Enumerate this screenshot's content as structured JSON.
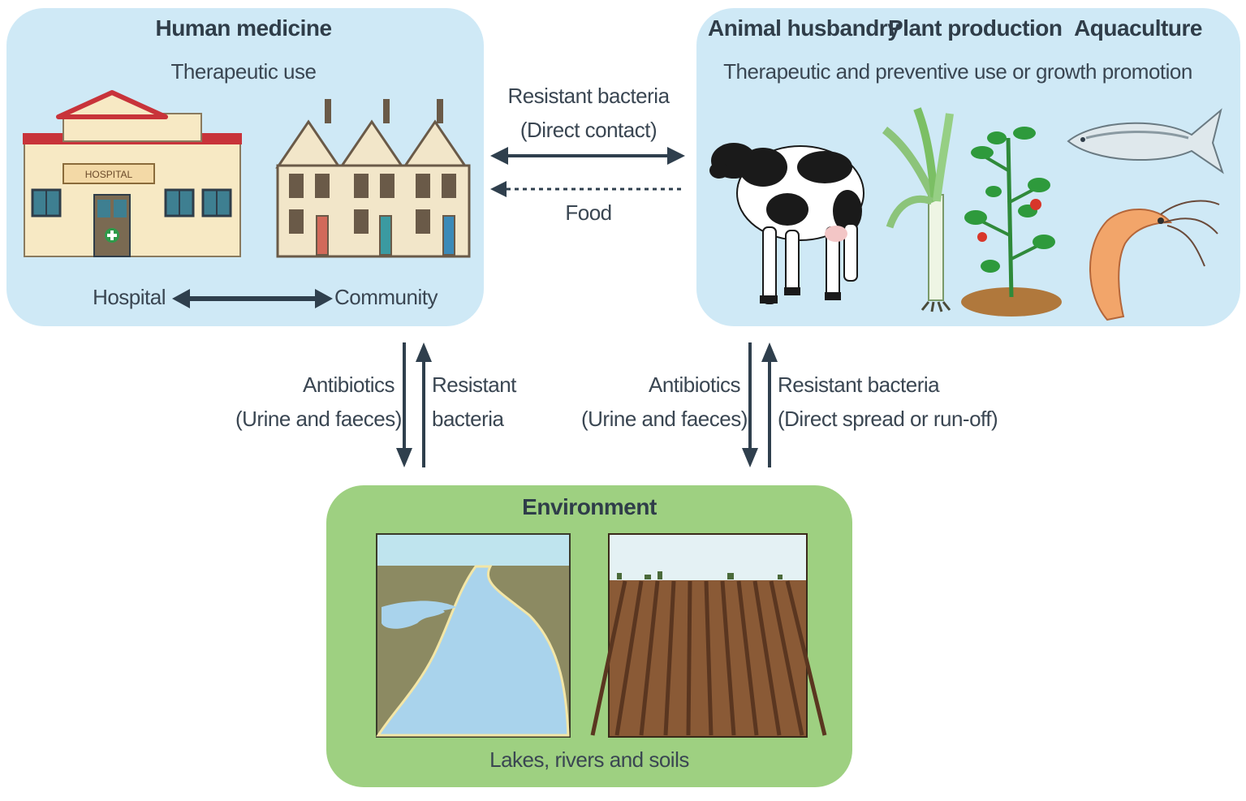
{
  "human_medicine": {
    "title": "Human medicine",
    "subtitle": "Therapeutic use",
    "hospital_sign": "HOSPITAL",
    "link_left": "Hospital",
    "link_right": "Community"
  },
  "agriculture": {
    "title_animal": "Animal husbandry",
    "title_plant": "Plant production",
    "title_aqua": "Aquaculture",
    "subtitle": "Therapeutic and preventive use or growth promotion"
  },
  "cross_links": {
    "contact_line1": "Resistant bacteria",
    "contact_line2": "(Direct contact)",
    "food": "Food"
  },
  "human_to_env": {
    "down_line1": "Antibiotics",
    "down_line2": "(Urine and faeces)",
    "up_line1": "Resistant",
    "up_line2": "bacteria"
  },
  "agri_to_env": {
    "down_line1": "Antibiotics",
    "down_line2": "(Urine and faeces)",
    "up_line1": "Resistant bacteria",
    "up_line2": "(Direct spread or run-off)"
  },
  "environment": {
    "title": "Environment",
    "caption": "Lakes, rivers and soils"
  },
  "colors": {
    "panel_blue": "#cfe9f6",
    "panel_green": "#9ed081",
    "arrow": "#2f3f4d",
    "roof_red": "#c8333a"
  }
}
